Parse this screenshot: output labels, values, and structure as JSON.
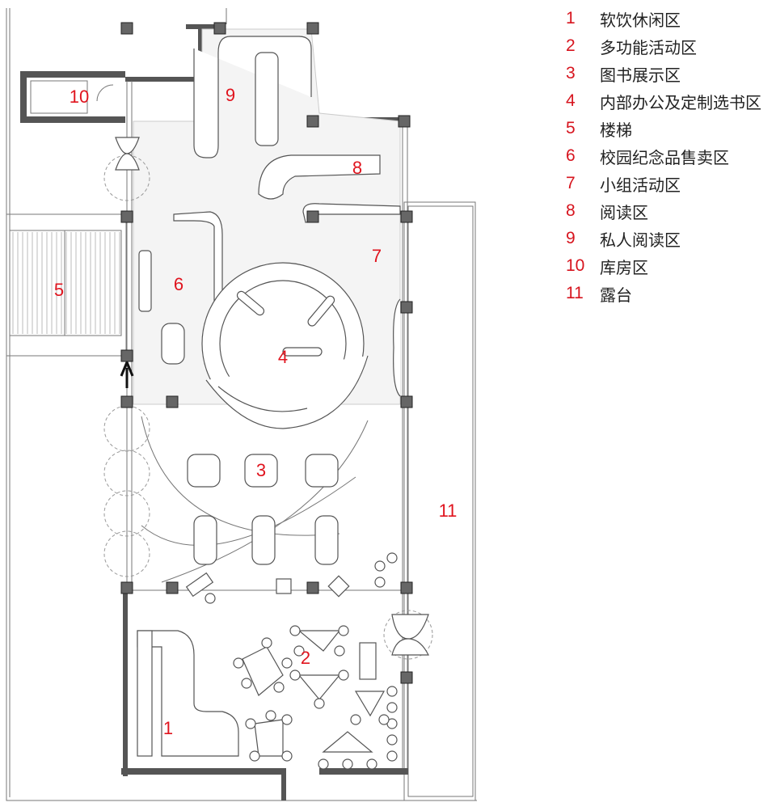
{
  "plan_labels": {
    "z1": "1",
    "z2": "2",
    "z3": "3",
    "z4": "4",
    "z5": "5",
    "z6": "6",
    "z7": "7",
    "z8": "8",
    "z9": "9",
    "z10": "10",
    "z11": "11"
  },
  "legend": [
    {
      "num": "1",
      "text": "软饮休闲区"
    },
    {
      "num": "2",
      "text": "多功能活动区"
    },
    {
      "num": "3",
      "text": "图书展示区"
    },
    {
      "num": "4",
      "text": "内部办公及定制选书区"
    },
    {
      "num": "5",
      "text": "楼梯"
    },
    {
      "num": "6",
      "text": "校园纪念品售卖区"
    },
    {
      "num": "7",
      "text": "小组活动区"
    },
    {
      "num": "8",
      "text": "阅读区"
    },
    {
      "num": "9",
      "text": "私人阅读区"
    },
    {
      "num": "10",
      "text": "库房区"
    },
    {
      "num": "11",
      "text": "露台"
    }
  ],
  "colors": {
    "label": "#e0141e",
    "wall": "#555555"
  }
}
